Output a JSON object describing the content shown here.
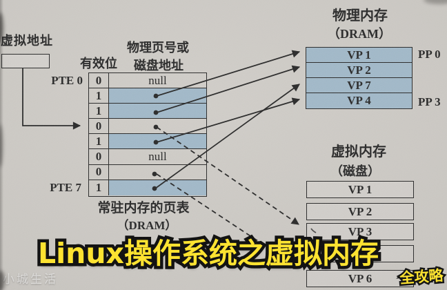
{
  "colors": {
    "paper": "#cac7c2",
    "ink": "#2b2b2b",
    "page-blue": "#a2b9c9",
    "caption-yellow": "#ffe42c",
    "watermark-white": "rgba(255,255,255,0.55)"
  },
  "virtual_address_label": "虚拟地址",
  "page_table": {
    "header_valid": "有效位",
    "header_data_line1": "物理页号或",
    "header_data_line2": "磁盘地址",
    "label_pte0": "PTE 0",
    "label_pte7": "PTE 7",
    "rows": [
      {
        "valid": "0",
        "data": "null",
        "cached": false,
        "dot": false
      },
      {
        "valid": "1",
        "data": "",
        "cached": true,
        "dot": true
      },
      {
        "valid": "1",
        "data": "",
        "cached": true,
        "dot": true
      },
      {
        "valid": "0",
        "data": "",
        "cached": false,
        "dot": true
      },
      {
        "valid": "1",
        "data": "",
        "cached": true,
        "dot": true
      },
      {
        "valid": "0",
        "data": "null",
        "cached": false,
        "dot": false
      },
      {
        "valid": "0",
        "data": "",
        "cached": false,
        "dot": true
      },
      {
        "valid": "1",
        "data": "",
        "cached": true,
        "dot": true
      }
    ],
    "caption_line1": "常驻内存的页表",
    "caption_line2": "（DRAM）"
  },
  "physical_memory": {
    "title": "物理内存",
    "subtitle": "（DRAM）",
    "pp_top": "PP 0",
    "pp_bottom": "PP 3",
    "pages": [
      "VP 1",
      "VP 2",
      "VP 7",
      "VP 4"
    ]
  },
  "virtual_memory": {
    "title": "虚拟内存",
    "subtitle": "（磁盘）",
    "pages": [
      "VP 1",
      "VP 2",
      "VP 3",
      "",
      "VP 6"
    ]
  },
  "overlay_text": {
    "caption": "Linux操作系统之虚拟内存",
    "watermark_left": "小城生活",
    "watermark_right": "全攻略"
  }
}
